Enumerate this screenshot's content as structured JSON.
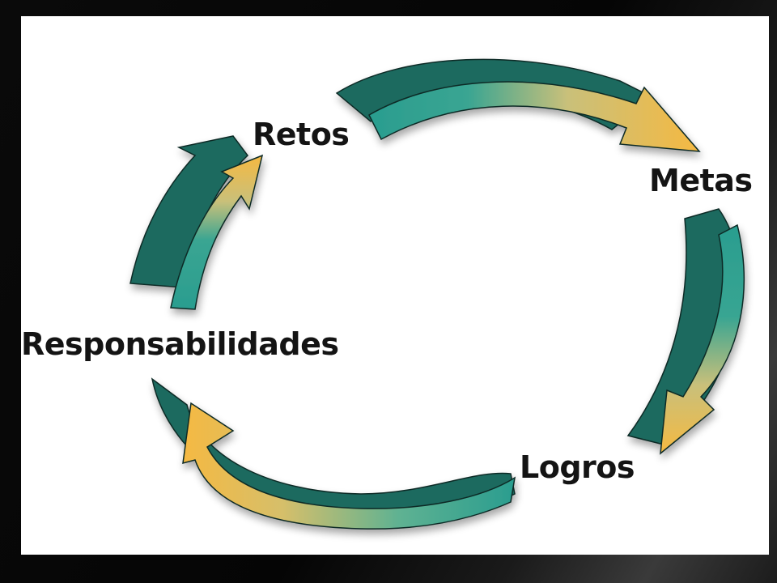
{
  "diagram": {
    "labels": {
      "retos": "Retos",
      "metas": "Metas",
      "logros": "Logros",
      "responsabilidades": "Responsabilidades"
    },
    "colors": {
      "teal_dark": "#1d6b5f",
      "teal_mid": "#2a9d8f",
      "teal_light": "#3fb5a3",
      "gold": "#f5b942",
      "background": "#ffffff",
      "frame": "#000000",
      "text": "#141414"
    }
  }
}
